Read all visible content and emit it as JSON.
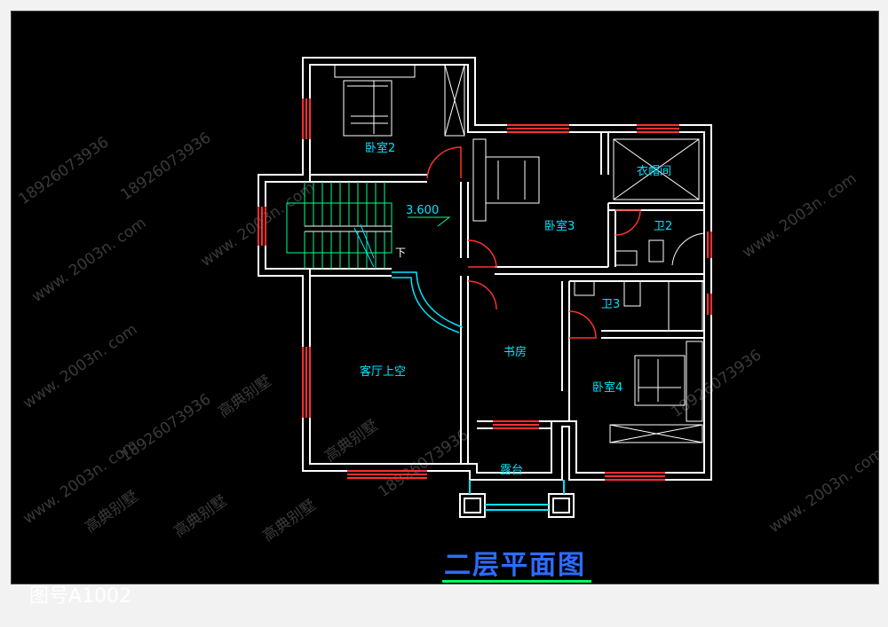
{
  "drawing": {
    "title": "二层平面图",
    "number": "图号A1002",
    "elevation": "3.600",
    "stair_down": "下"
  },
  "rooms": {
    "bedroom2": "卧室2",
    "bedroom3": "卧室3",
    "bedroom4": "卧室4",
    "closet": "衣帽间",
    "bath2": "卫2",
    "bath3": "卫3",
    "study": "书房",
    "living_void": "客厅上空",
    "terrace": "露台"
  },
  "watermarks": {
    "phone": "18926073936",
    "site": "www. 2003n. com",
    "brand": "高典别墅"
  },
  "colors": {
    "background": "#000000",
    "wall": "#ffffff",
    "window": "#ff3030",
    "label": "#00e5ff",
    "title": "#2d6cff",
    "title_underline": "#00ff66",
    "stair": "#00ff88"
  }
}
